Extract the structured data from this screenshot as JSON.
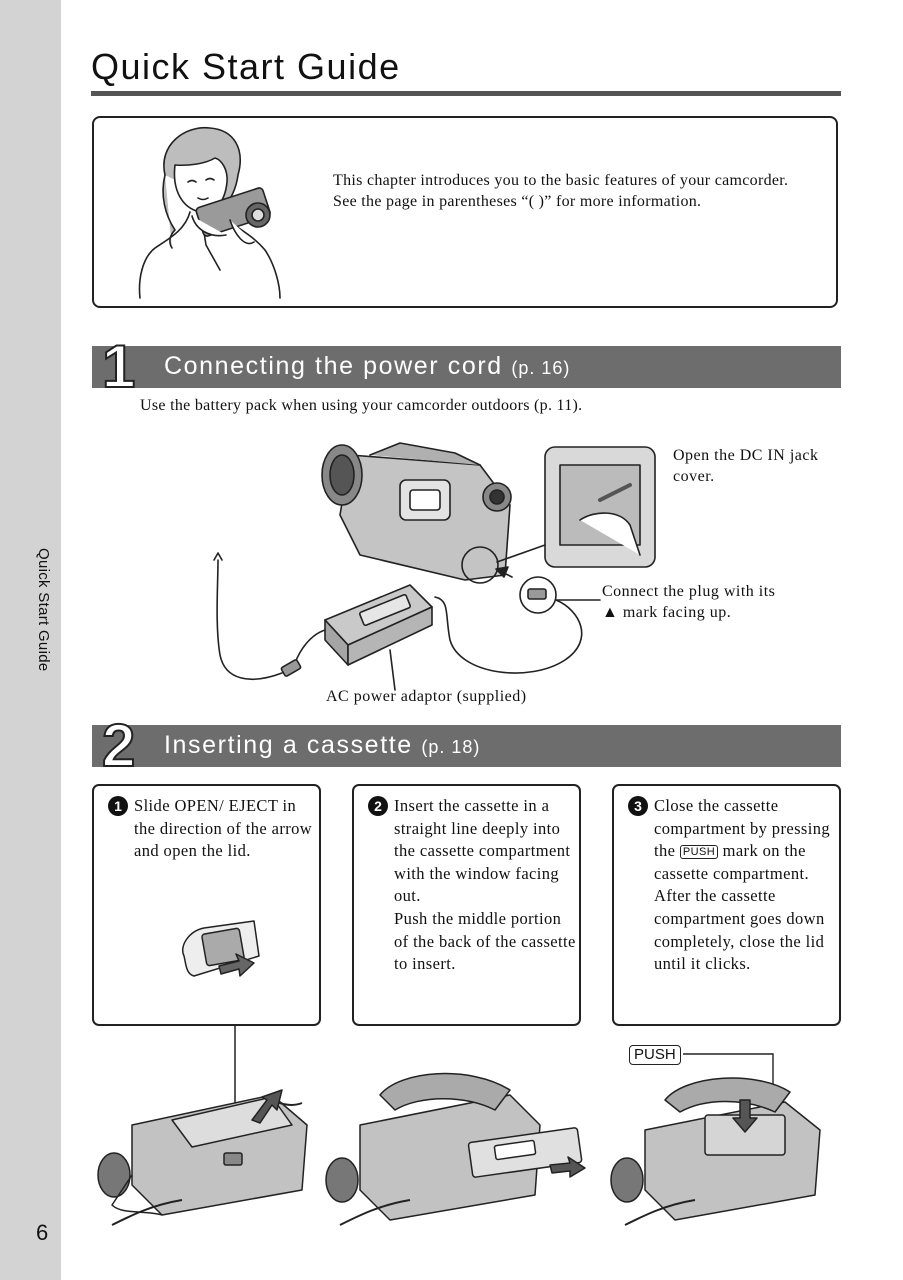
{
  "page": {
    "title": "Quick Start Guide",
    "side_label": "Quick Start Guide",
    "page_number": "6"
  },
  "intro": {
    "text": "This chapter introduces you to the basic features of your camcorder. See the page in parentheses “(    )” for more information."
  },
  "section1": {
    "number": "1",
    "title": "Connecting the power cord",
    "page_ref": "(p. 16)",
    "note": "Use the battery pack when using your camcorder outdoors (p. 11).",
    "callout_dc_in": "Open the DC IN jack cover.",
    "callout_plug": "Connect the plug with its ▲ mark facing up.",
    "callout_adaptor": "AC power adaptor (supplied)"
  },
  "section2": {
    "number": "2",
    "title": "Inserting a cassette",
    "page_ref": "(p. 18)",
    "steps": [
      {
        "badge": "1",
        "text": "Slide OPEN/ EJECT in the direction of the arrow and open the lid."
      },
      {
        "badge": "2",
        "text": "Insert the cassette in a straight line deeply into the cassette compartment with the window facing out.\nPush the middle portion of the back of the cassette to insert."
      },
      {
        "badge": "3",
        "text_before": "Close the cassette compartment by pressing the",
        "push_mark": "PUSH",
        "text_after": "mark on the cassette compartment.\nAfter the cassette compartment goes down completely, close the lid until it clicks."
      }
    ],
    "push_callout": "PUSH"
  }
}
